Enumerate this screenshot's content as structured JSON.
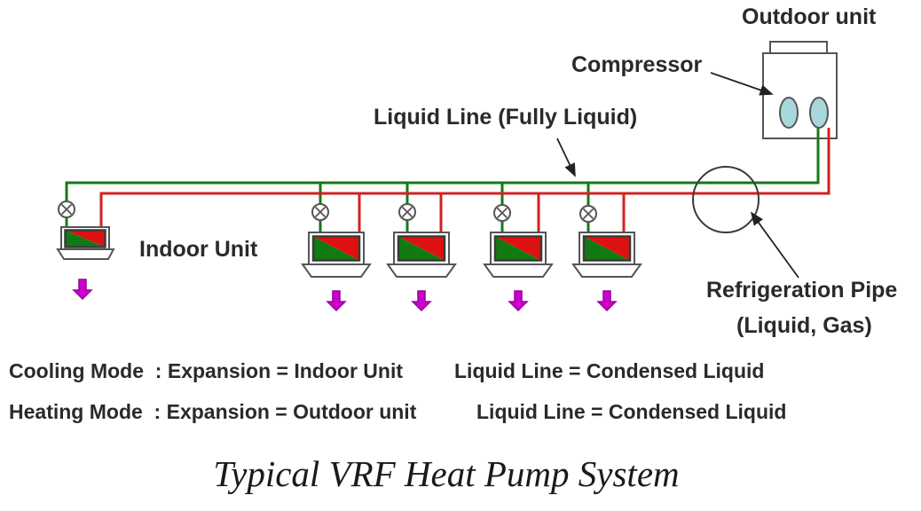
{
  "title": "Typical VRF Heat Pump System",
  "labels": {
    "outdoor_unit": "Outdoor unit",
    "compressor": "Compressor",
    "liquid_line": "Liquid Line (Fully Liquid)",
    "indoor_unit": "Indoor Unit",
    "refrigeration_pipe": "Refrigeration Pipe",
    "refrigeration_pipe_detail": "(Liquid, Gas)"
  },
  "notes": {
    "cooling_mode": "Cooling Mode  : Expansion = Indoor Unit",
    "cooling_liquid": "Liquid Line = Condensed Liquid",
    "heating_mode": "Heating Mode  : Expansion = Outdoor unit",
    "heating_liquid": "Liquid Line = Condensed Liquid"
  },
  "diagram": {
    "indoor_unit_count": 5,
    "expansion_valve_count": 5,
    "compressor_count": 2,
    "icons": [
      "expansion-valve-icon",
      "indoor-unit-cassette-icon",
      "airflow-arrow-icon",
      "compressor-ellipse-icon",
      "refrigeration-pipe-circle",
      "annotation-arrow-icon"
    ]
  },
  "colors": {
    "liquid_line_green": "#157a15",
    "gas_line_red": "#d32020",
    "indoor_unit_green": "#127a12",
    "indoor_unit_red": "#dd1111",
    "compressor_fill": "#a9d8dc",
    "airflow_magenta": "#cc00cc",
    "airflow_magenta_border": "#990099",
    "outline_gray": "#555555",
    "inner_outline": "#3a3a3a",
    "annotation_black": "#222222",
    "text_dark": "#2a2a2a"
  }
}
